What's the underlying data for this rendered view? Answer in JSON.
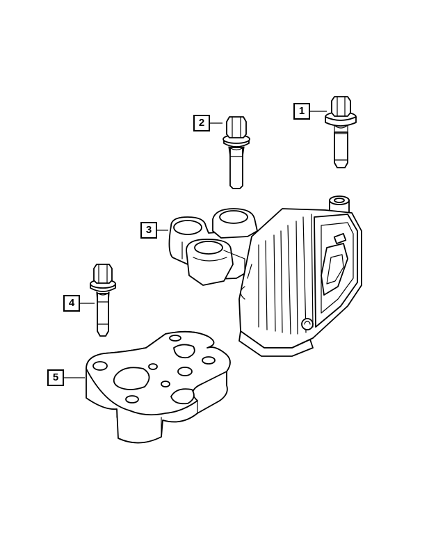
{
  "callouts": [
    {
      "id": "1",
      "label": "1"
    },
    {
      "id": "2",
      "label": "2"
    },
    {
      "id": "3",
      "label": "3"
    },
    {
      "id": "4",
      "label": "4"
    },
    {
      "id": "5",
      "label": "5"
    }
  ],
  "parts": [
    {
      "callout": "1",
      "icon": "flange-bolt-icon"
    },
    {
      "callout": "2",
      "icon": "flange-bolt-icon"
    },
    {
      "callout": "3",
      "icon": "engine-mount-bracket-icon"
    },
    {
      "callout": "4",
      "icon": "flange-bolt-icon"
    },
    {
      "callout": "5",
      "icon": "mount-spacer-plate-icon"
    }
  ]
}
